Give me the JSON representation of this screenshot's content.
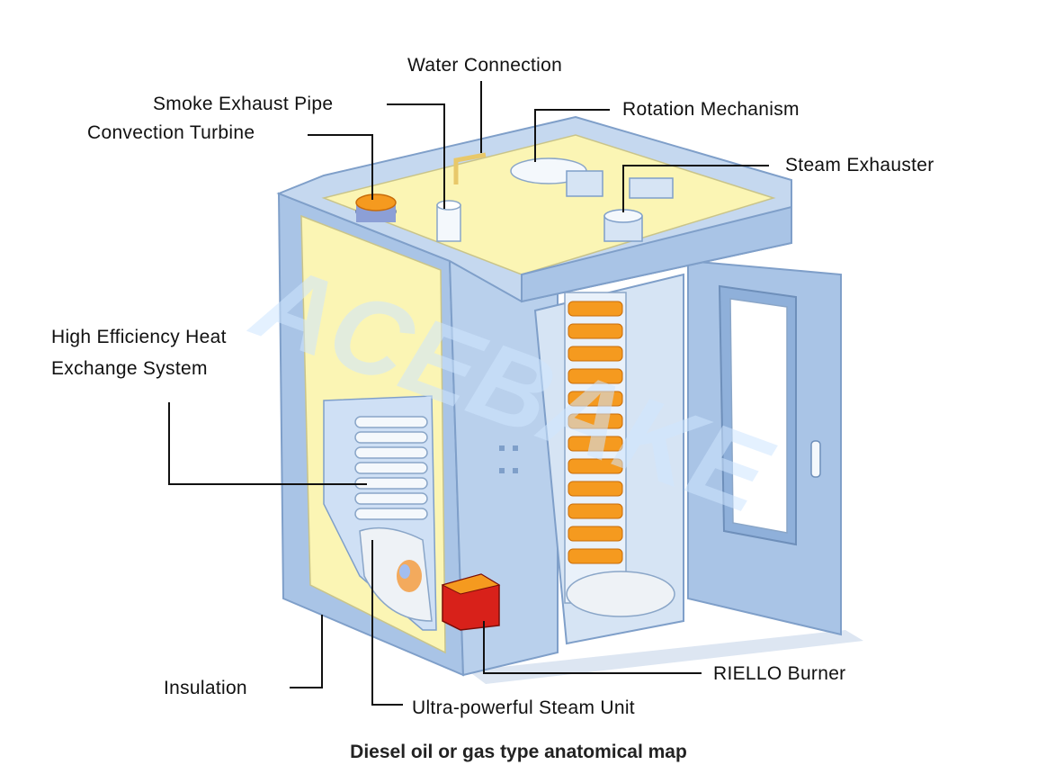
{
  "labels": {
    "water_connection": "Water Connection",
    "smoke_exhaust_pipe": "Smoke Exhaust Pipe",
    "convection_turbine": "Convection Turbine",
    "rotation_mechanism": "Rotation Mechanism",
    "steam_exhauster": "Steam Exhauster",
    "heat_exchange_line1": "High Efficiency Heat",
    "heat_exchange_line2": "Exchange System",
    "insulation": "Insulation",
    "riello_burner": "RIELLO Burner",
    "steam_unit": "Ultra-powerful Steam Unit"
  },
  "watermark": "ACEBAKE",
  "caption": "Diesel oil or gas type anatomical map",
  "colors": {
    "frame": "#a9c4e6",
    "frame_dark": "#7f9fc9",
    "insulation": "#fbf5b4",
    "bread": "#f59a1f",
    "burner": "#d8211a",
    "leader": "#111111"
  }
}
